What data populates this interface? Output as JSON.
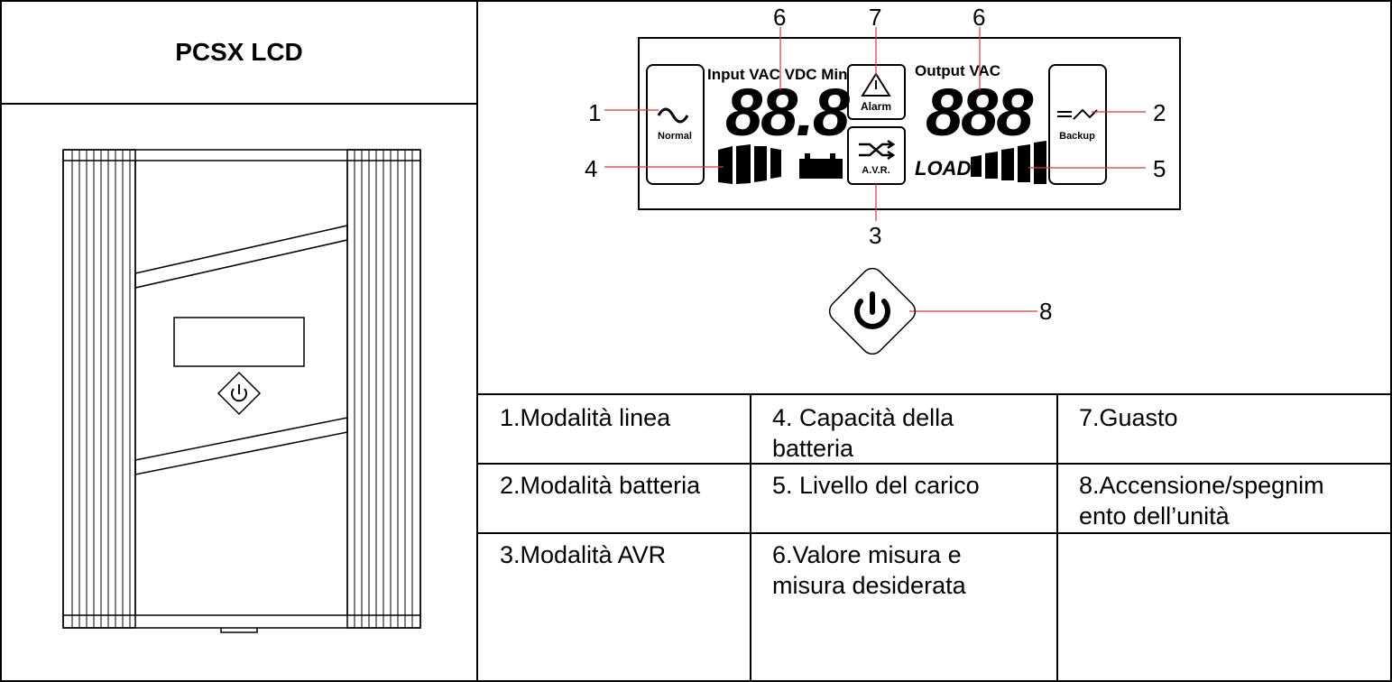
{
  "title": "PCSX LCD",
  "lcd": {
    "input_label": "Input VAC VDC Min",
    "output_label": "Output VAC",
    "input_digits": "88.8",
    "output_digits": "888",
    "normal_label": "Normal",
    "backup_label": "Backup",
    "alarm_label": "Alarm",
    "avr_label": "A.V.R.",
    "load_label": "LOAD"
  },
  "callouts": [
    "1",
    "2",
    "3",
    "4",
    "5",
    "6",
    "6",
    "7",
    "8"
  ],
  "legend": [
    [
      "1.Modalità linea",
      "4. Capacità della batteria",
      "7.Guasto"
    ],
    [
      "2.Modalità batteria",
      "5. Livello del carico",
      "8.Accensione/spegnimento dell’unità"
    ],
    [
      "3.Modalità AVR",
      "6.Valore misura e misura desiderata",
      ""
    ]
  ],
  "legend_lines": {
    "r0c0": [
      "1.Modalità linea"
    ],
    "r0c1": [
      "4. Capacità della",
      "batteria"
    ],
    "r0c2": [
      "7.Guasto"
    ],
    "r1c0": [
      "2.Modalità batteria"
    ],
    "r1c1": [
      "5. Livello del carico"
    ],
    "r1c2": [
      "8.Accensione/spegnim",
      "ento dell’unità"
    ],
    "r2c0": [
      "3.Modalità AVR"
    ],
    "r2c1": [
      "6.Valore misura e",
      "misura desiderata"
    ],
    "r2c2": []
  }
}
